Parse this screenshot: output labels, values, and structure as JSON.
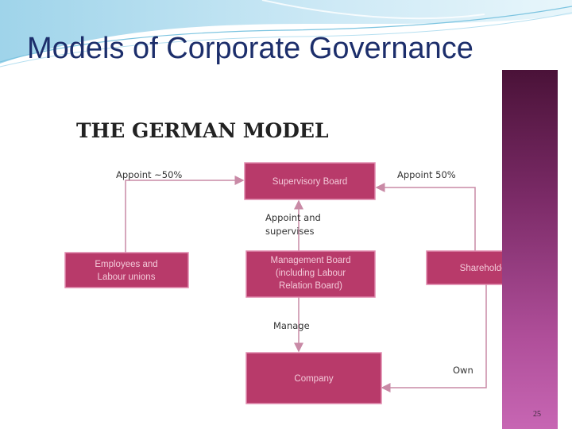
{
  "slide": {
    "title": "Models of Corporate Governance",
    "page_number": "25"
  },
  "diagram": {
    "heading": "THE GERMAN MODEL",
    "nodes": {
      "supervisory_board": [
        "Supervisory Board"
      ],
      "employees": [
        "Employees and",
        "Labour unions"
      ],
      "management_board": [
        "Management Board",
        "(including Labour",
        "Relation Board)"
      ],
      "shareholder": [
        "Shareholder"
      ],
      "company": [
        "Company"
      ]
    },
    "edges": {
      "appoint_employees": "Appoint ~50%",
      "appoint_shareholder": "Appoint 50%",
      "appoint_supervises": [
        "Appoint and",
        "supervises"
      ],
      "manage": "Manage",
      "own": "Own"
    }
  },
  "colors": {
    "box_fill": "#b83a6a",
    "box_stroke": "#e08aae",
    "box_text": "#f3c9d9",
    "arrow": "#c98aa6",
    "title": "#1c2e6b",
    "sidebar": "#7a2a66"
  }
}
